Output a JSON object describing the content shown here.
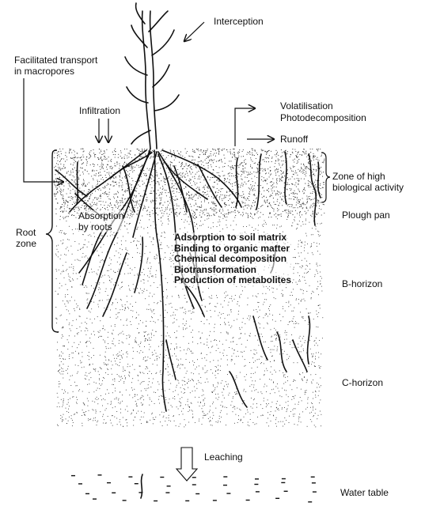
{
  "labels": {
    "interception": "Interception",
    "facilitated_transport": [
      "Facilitated transport",
      "in macropores"
    ],
    "infiltration": "Infiltration",
    "volatilisation": "Volatilisation",
    "photodecomposition": "Photodecomposition",
    "runoff": "Runoff",
    "zone_high_activity": [
      "Zone of high",
      "biological activity"
    ],
    "plough_pan": "Plough pan",
    "root_zone": [
      "Root",
      "zone"
    ],
    "absorption_roots": [
      "Absorption",
      "by roots"
    ],
    "soil_processes": [
      "Adsorption to soil matrix",
      "Binding to organic matter",
      "Chemical decomposition",
      "Biotransformation",
      "Production of metabolites"
    ],
    "b_horizon": "B-horizon",
    "c_horizon": "C-horizon",
    "leaching": "Leaching",
    "water_table": "Water table"
  },
  "colors": {
    "ink": "#111111",
    "background": "#ffffff"
  }
}
